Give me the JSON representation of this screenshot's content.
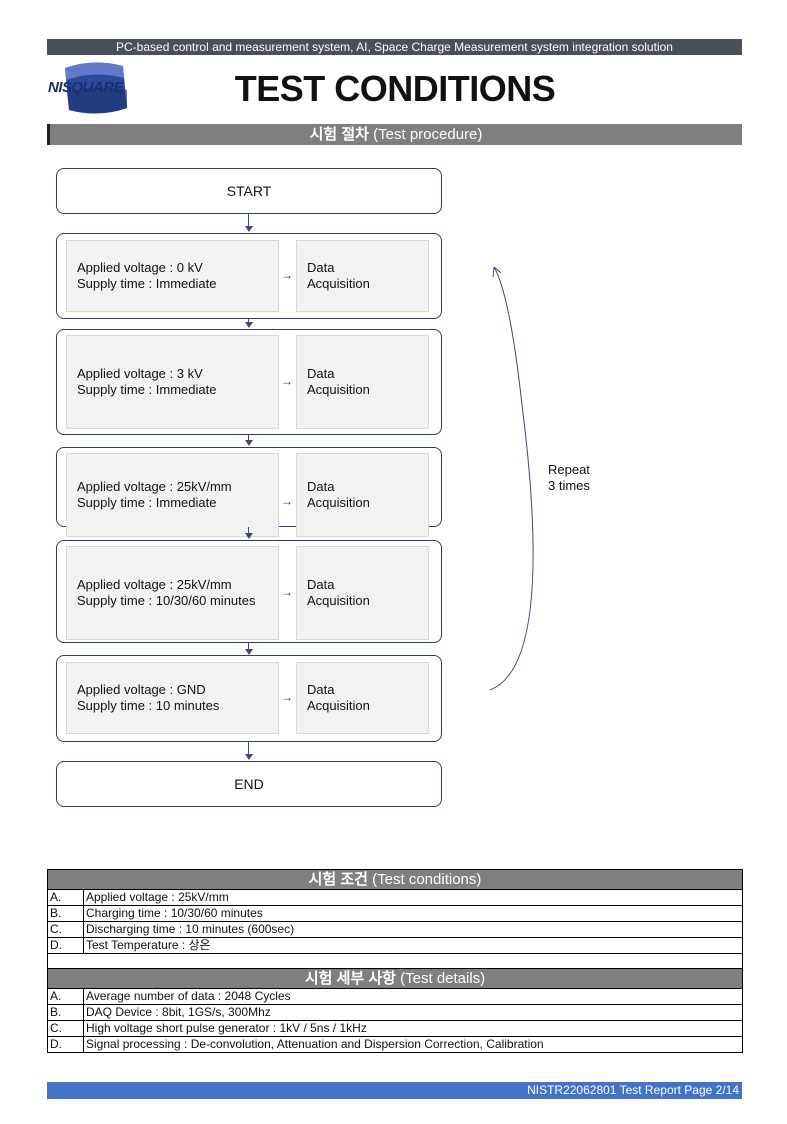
{
  "header": {
    "tagline": "PC-based control and measurement system, AI, Space Charge Measurement system integration solution",
    "logo_text": "NISQUARE",
    "title": "TEST CONDITIONS"
  },
  "procedure": {
    "heading_ko": "시험 절차",
    "heading_en": "(Test procedure)",
    "start": "START",
    "end": "END",
    "steps": [
      {
        "line1": "Applied voltage : 0 kV",
        "line2": "Supply time : Immediate",
        "data1": "Data",
        "data2": "Acquisition"
      },
      {
        "line1": "Applied voltage : 3 kV",
        "line2": "Supply time : Immediate",
        "data1": "Data",
        "data2": "Acquisition"
      },
      {
        "line1": "Applied voltage : 25kV/mm",
        "line2": "Supply time : Immediate",
        "data1": "Data",
        "data2": "Acquisition"
      },
      {
        "line1": "Applied voltage : 25kV/mm",
        "line2": "Supply time : 10/30/60 minutes",
        "data1": "Data",
        "data2": "Acquisition"
      },
      {
        "line1": "Applied voltage : GND",
        "line2": "Supply time : 10 minutes",
        "data1": "Data",
        "data2": "Acquisition"
      }
    ],
    "repeat_line1": "Repeat",
    "repeat_line2": "3 times"
  },
  "conditions": {
    "heading_ko": "시험 조건",
    "heading_en": "(Test conditions)",
    "rows": [
      {
        "idx": "A.",
        "text": "Applied voltage : 25kV/mm"
      },
      {
        "idx": "B.",
        "text": "Charging time : 10/30/60 minutes"
      },
      {
        "idx": "C.",
        "text": "Discharging time : 10 minutes (600sec)"
      },
      {
        "idx": "D.",
        "text": "Test Temperature : 상온"
      }
    ]
  },
  "details": {
    "heading_ko": "시험 세부 사항",
    "heading_en": "(Test details)",
    "rows": [
      {
        "idx": "A.",
        "text": "Average number of data : 2048 Cycles"
      },
      {
        "idx": "B.",
        "text": "DAQ Device : 8bit, 1GS/s, 300Mhz"
      },
      {
        "idx": "C.",
        "text": "High voltage short pulse generator : 1kV / 5ns / 1kHz"
      },
      {
        "idx": "D.",
        "text": "Signal processing : De-convolution, Attenuation and Dispersion Correction, Calibration"
      }
    ]
  },
  "footer": {
    "text": "NISTR22062801 Test Report Page 2/14"
  }
}
